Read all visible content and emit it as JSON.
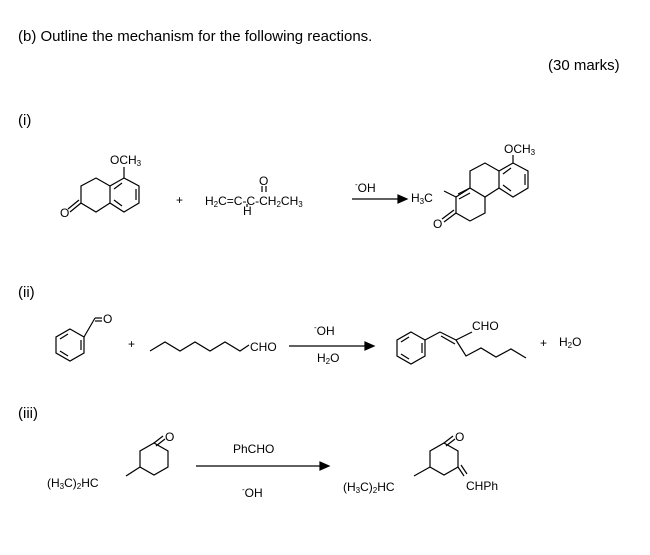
{
  "question": {
    "heading": "(b) Outline the mechanism for the following reactions.",
    "marks": "(30 marks)"
  },
  "parts": [
    {
      "label": "(i)",
      "reactant_substituent": "OCH",
      "reactant_substituent_sub": "3",
      "reagent_prefix": "H",
      "reagent_prefix_sub": "2",
      "reagent_main": "C=C-C-CH",
      "reagent_main_sub1": "2",
      "reagent_end": "CH",
      "reagent_end_sub": "3",
      "reagent_h": "H",
      "reagent_o": "O",
      "plus": "+",
      "condition_above_sup": "-",
      "condition_above": "OH",
      "product_methyl": "H",
      "product_methyl_sub": "3",
      "product_methyl_end": "C",
      "product_substituent": "OCH",
      "product_substituent_sub": "3",
      "carbonyl_o": "O"
    },
    {
      "label": "(ii)",
      "reactant1_o": "O",
      "plus": "+",
      "reactant2_group": "CHO",
      "condition_above_sup": "-",
      "condition_above": "OH",
      "condition_below": "H",
      "condition_below_sub": "2",
      "condition_below_end": "O",
      "product_group": "CHO",
      "plus2": "+",
      "byproduct": "H",
      "byproduct_sub": "2",
      "byproduct_end": "O"
    },
    {
      "label": "(iii)",
      "reactant_group": "(H",
      "reactant_group_sub": "3",
      "reactant_group_mid": "C)",
      "reactant_group_sub2": "2",
      "reactant_group_end": "HC",
      "reactant_o": "O",
      "condition_above": "PhCHO",
      "condition_below_sup": "-",
      "condition_below": "OH",
      "product_group": "(H",
      "product_group_sub": "3",
      "product_group_mid": "C)",
      "product_group_sub2": "2",
      "product_group_end": "HC",
      "product_o": "O",
      "product_ylidene": "CHPh"
    }
  ]
}
